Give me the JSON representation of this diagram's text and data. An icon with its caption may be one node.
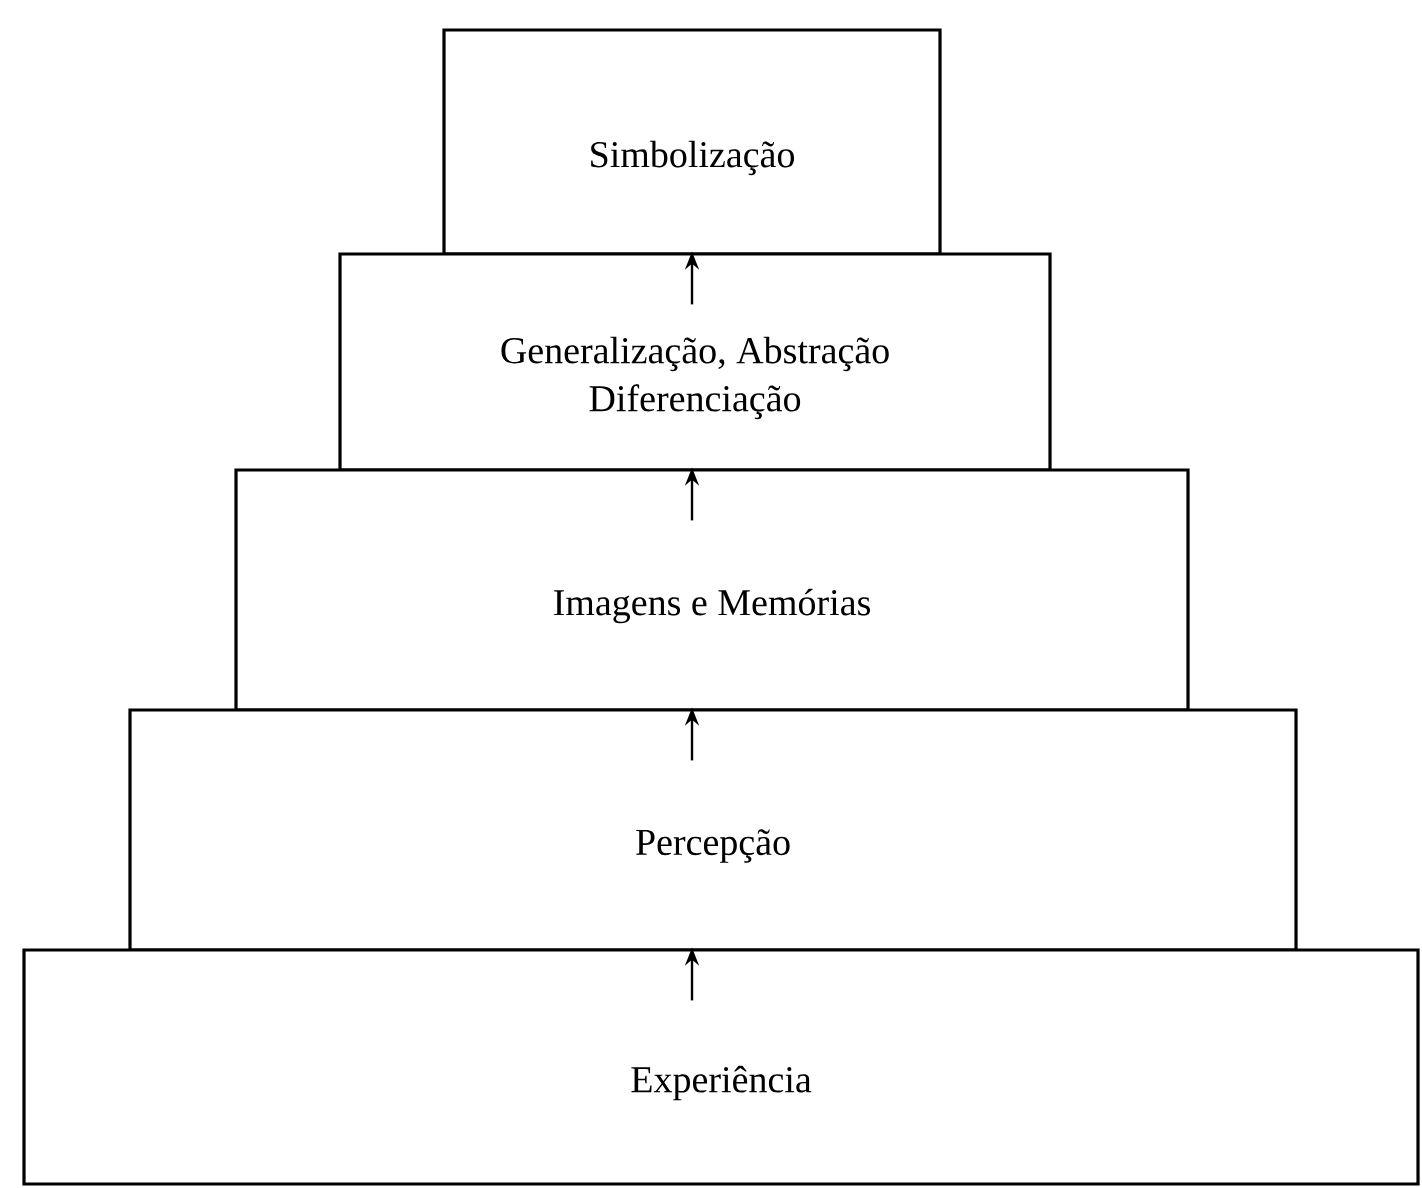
{
  "diagram": {
    "nodes": [
      {
        "text": [
          "Simbolização"
        ]
      },
      {
        "text": [
          "Generalização, Abstração Diferenciação"
        ]
      },
      {
        "text": [
          "Imagens e Memórias"
        ]
      },
      {
        "text": [
          "Percepção"
        ]
      },
      {
        "text": [
          "Experiência"
        ]
      }
    ],
    "edges": [
      {
        "from": 1,
        "to": 0,
        "arrow": "to"
      },
      {
        "from": 2,
        "to": 1,
        "arrow": "to"
      },
      {
        "from": 3,
        "to": 2,
        "arrow": "to"
      },
      {
        "from": 4,
        "to": 3,
        "arrow": "to"
      }
    ]
  }
}
